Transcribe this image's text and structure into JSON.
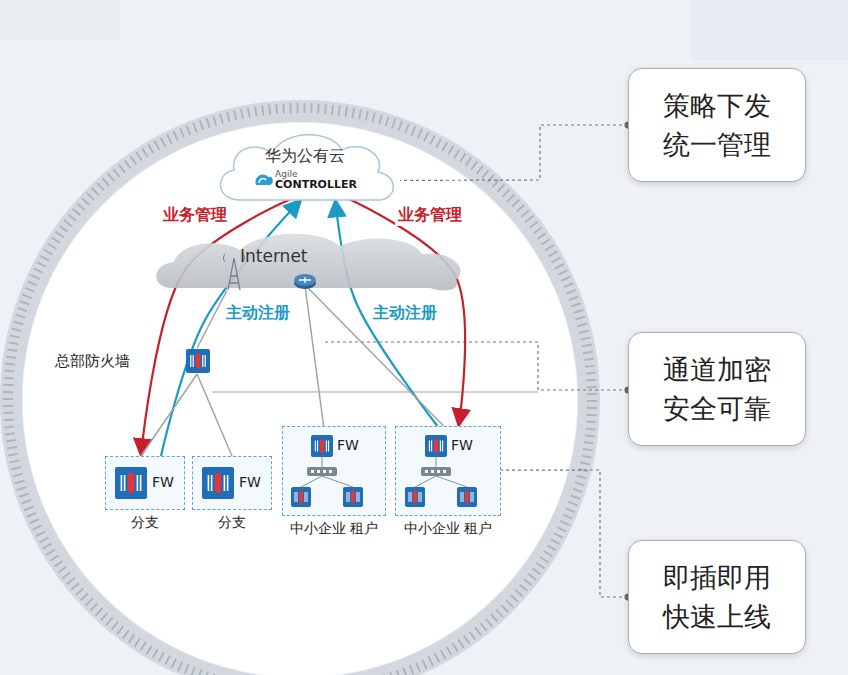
{
  "diagram": {
    "nodes": [
      {
        "text": [
          "华为公有云",
          "Agile",
          "CONTROLLER"
        ]
      },
      {
        "text": [
          "Internet"
        ]
      },
      {
        "text": [
          "总部防火墙"
        ]
      },
      {
        "text": [
          "FW",
          "分支"
        ]
      },
      {
        "text": [
          "FW",
          "分支"
        ]
      },
      {
        "text": [
          "FW",
          "中小企业 租户"
        ]
      },
      {
        "text": [
          "FW",
          "中小企业 租户"
        ]
      },
      {
        "text": [
          "策略下发 统一管理"
        ]
      },
      {
        "text": [
          "通道加密 安全可靠"
        ]
      },
      {
        "text": [
          "即插即用 快速上线"
        ]
      }
    ],
    "edges": [
      {
        "from": 0,
        "to": 3,
        "arrow": "to",
        "label": "业务管理"
      },
      {
        "from": 3,
        "to": 0,
        "arrow": "to",
        "label": "主动注册"
      },
      {
        "from": 0,
        "to": 6,
        "arrow": "to",
        "label": "业务管理"
      },
      {
        "from": 6,
        "to": 0,
        "arrow": "to",
        "label": "主动注册"
      },
      {
        "from": 1,
        "to": 2,
        "arrow": "none"
      },
      {
        "from": 2,
        "to": 3,
        "arrow": "none"
      },
      {
        "from": 2,
        "to": 4,
        "arrow": "none"
      },
      {
        "from": 1,
        "to": 5,
        "arrow": "none"
      },
      {
        "from": 1,
        "to": 6,
        "arrow": "none"
      },
      {
        "from": 7,
        "to": 0,
        "arrow": "none"
      },
      {
        "from": 9,
        "to": 6,
        "arrow": "none"
      }
    ]
  }
}
